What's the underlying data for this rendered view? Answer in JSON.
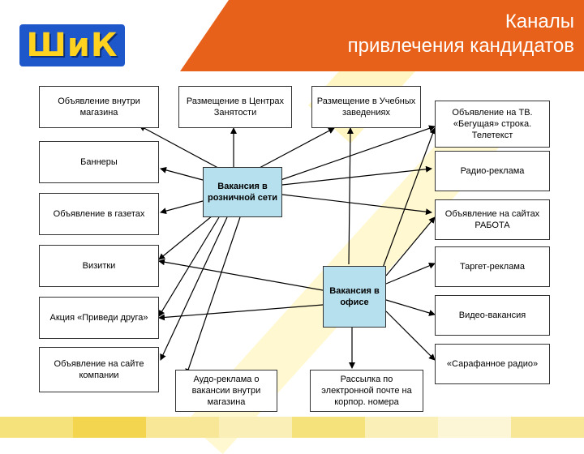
{
  "logo": {
    "text": "ШиК"
  },
  "header": {
    "title_line1": "Каналы",
    "title_line2": "привлечения кандидатов"
  },
  "hubs": {
    "store": "Вакансия в розничной сети",
    "office": "Вакансия в офисе"
  },
  "channels": {
    "store_ad": "Объявление внутри магазина",
    "employment_centers": "Размещение в Центрах Занятости",
    "educational": "Размещение в Учебных заведениях",
    "tv_ad": "Объявление на ТВ. «Бегущая» строка. Телетекст",
    "banners": "Баннеры",
    "radio": "Радио-реклама",
    "newspapers": "Объявление в газетах",
    "job_sites": "Объявление на сайтах РАБОТА",
    "business_cards": "Визитки",
    "targeted_ads": "Таргет-реклама",
    "refer_friend": "Акция «Приведи друга»",
    "video_vacancy": "Видео-вакансия",
    "company_site": "Объявление на сайте компании",
    "word_of_mouth": "«Сарафанное радио»",
    "audio_ad": "Аудо-реклама о вакансии внутри магазина",
    "email_corp": "Рассылка по электронной почте на корпор. номера"
  },
  "colors": {
    "accent_orange": "#e8611a",
    "hub_fill": "#b6e0ee",
    "logo_blue": "#1e57c9",
    "logo_yellow": "#ffd21f",
    "stripe_yellow": "#fff3b0"
  }
}
